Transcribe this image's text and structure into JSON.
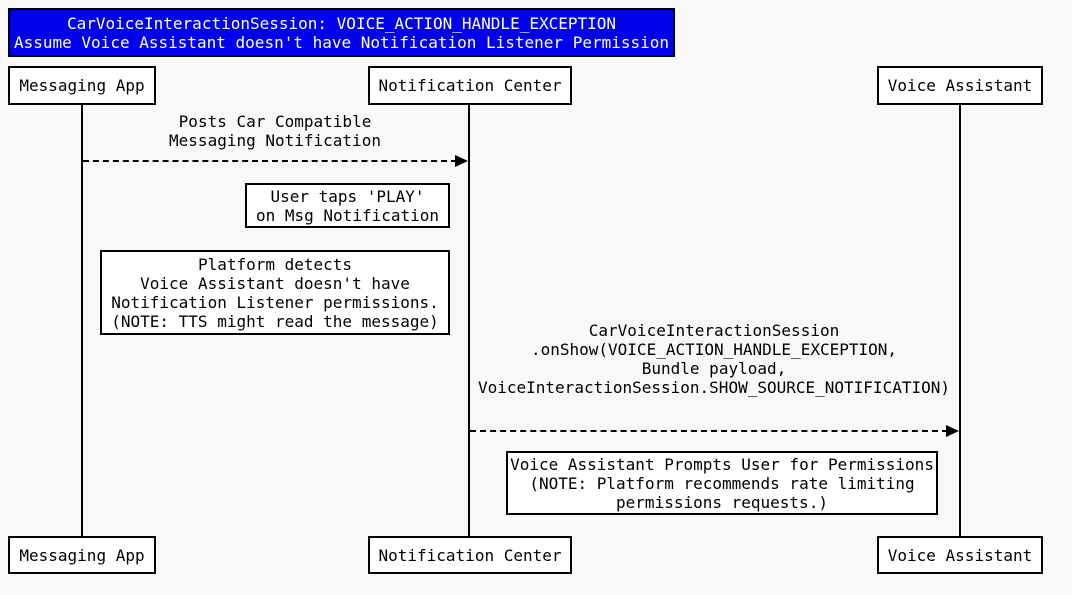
{
  "diagram": {
    "type": "sequence-diagram",
    "title": {
      "line1": "CarVoiceInteractionSession: VOICE_ACTION_HANDLE_EXCEPTION",
      "line2": "Assume Voice Assistant doesn't have Notification Listener Permission"
    },
    "actors": [
      {
        "label": "Messaging App"
      },
      {
        "label": "Notification Center"
      },
      {
        "label": "Voice Assistant"
      }
    ],
    "messages": [
      {
        "from": "Messaging App",
        "to": "Notification Center",
        "style": "dashed-arrow",
        "line1": "Posts Car Compatible",
        "line2": "Messaging Notification"
      },
      {
        "from": "Notification Center",
        "to": "Voice Assistant",
        "style": "dashed-arrow",
        "line1": "CarVoiceInteractionSession",
        "line2": ".onShow(VOICE_ACTION_HANDLE_EXCEPTION,",
        "line3": "Bundle payload,",
        "line4": "VoiceInteractionSession.SHOW_SOURCE_NOTIFICATION)"
      }
    ],
    "notes": [
      {
        "line1": "User taps 'PLAY'",
        "line2": "on Msg Notification"
      },
      {
        "line1": "Platform detects",
        "line2": "Voice Assistant doesn't have",
        "line3": "Notification Listener permissions.",
        "line4": "(NOTE: TTS might read the message)"
      },
      {
        "line1": "Voice Assistant Prompts User for Permissions",
        "line2": "(NOTE: Platform recommends rate limiting",
        "line3": "permissions requests.)"
      }
    ],
    "colors": {
      "title_bg": "#0000ee",
      "title_text": "#ffffff",
      "stroke": "#000000",
      "note_bg": "#ffffff",
      "page_bg": "#f8f8f8"
    }
  }
}
